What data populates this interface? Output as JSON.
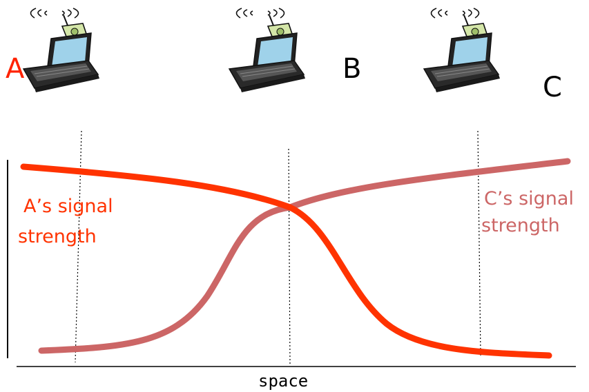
{
  "nodes": [
    {
      "id": "A",
      "label": "A",
      "label_color": "#ff2200"
    },
    {
      "id": "B",
      "label": "B",
      "label_color": "#000000"
    },
    {
      "id": "C",
      "label": "C",
      "label_color": "#000000"
    }
  ],
  "curves": {
    "a_signal": {
      "label_line1": "A’s signal",
      "label_line2": "strength",
      "color": "#ff3300"
    },
    "c_signal": {
      "label_line1": "C’s signal",
      "label_line2": "strength",
      "color": "#cc6666"
    }
  },
  "axis": {
    "xlabel": "space"
  },
  "icons": [
    "laptop-wireless-icon"
  ]
}
